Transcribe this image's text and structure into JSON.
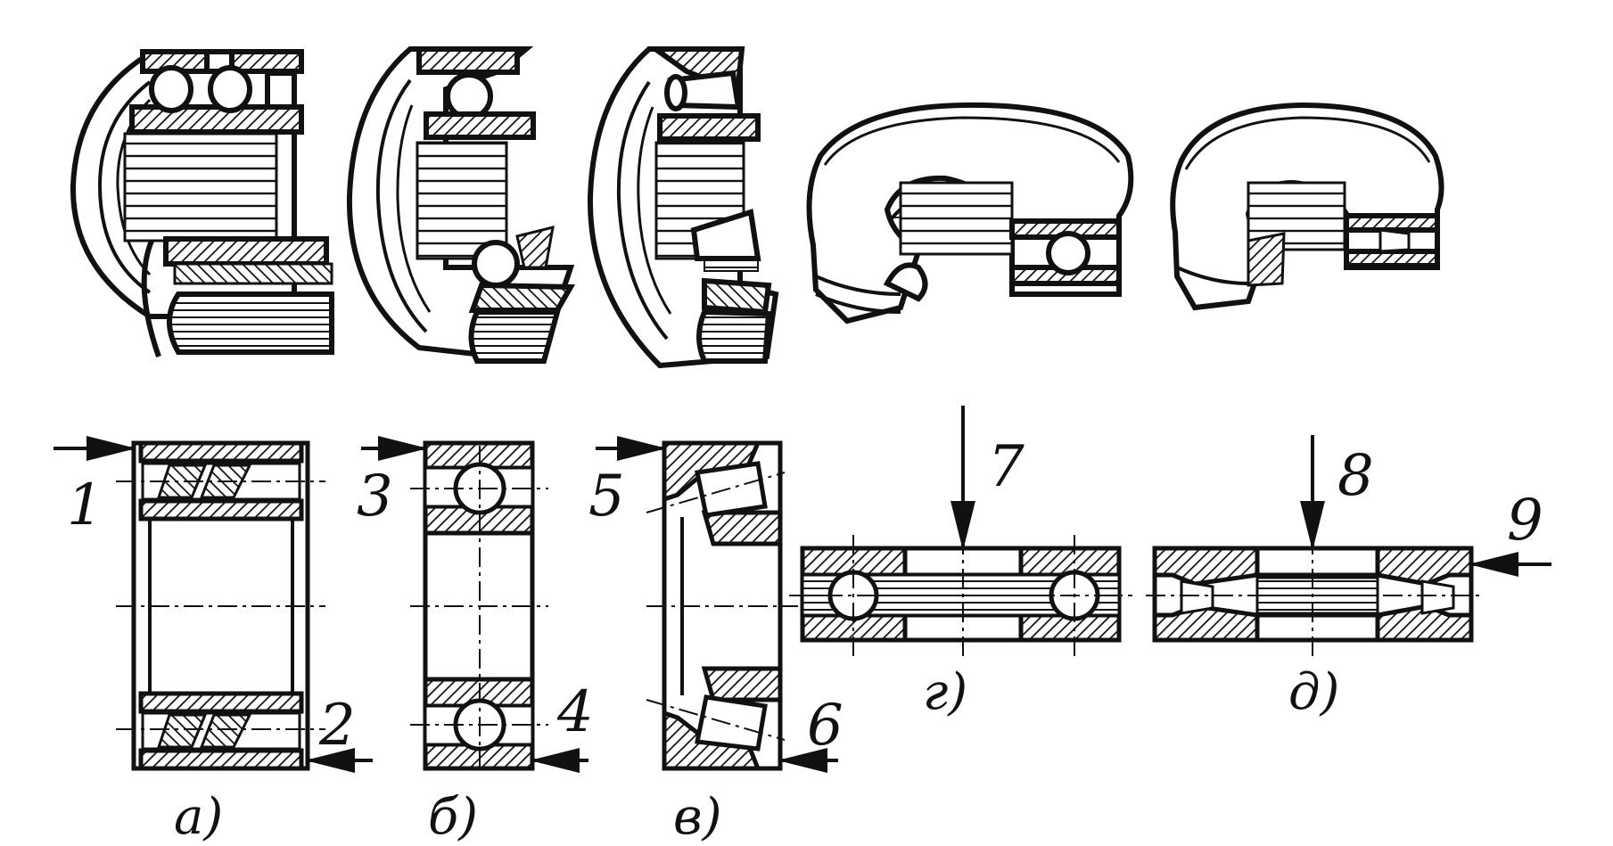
{
  "figure": {
    "bearings": [
      {
        "id": "a",
        "caption": "а)",
        "force_labels": [
          "1",
          "2"
        ]
      },
      {
        "id": "b",
        "caption": "б)",
        "force_labels": [
          "3",
          "4"
        ]
      },
      {
        "id": "v",
        "caption": "в)",
        "force_labels": [
          "5",
          "6"
        ]
      },
      {
        "id": "g",
        "caption": "г)",
        "force_labels": [
          "7"
        ]
      },
      {
        "id": "d",
        "caption": "д)",
        "force_labels": [
          "8",
          "9"
        ]
      }
    ]
  }
}
